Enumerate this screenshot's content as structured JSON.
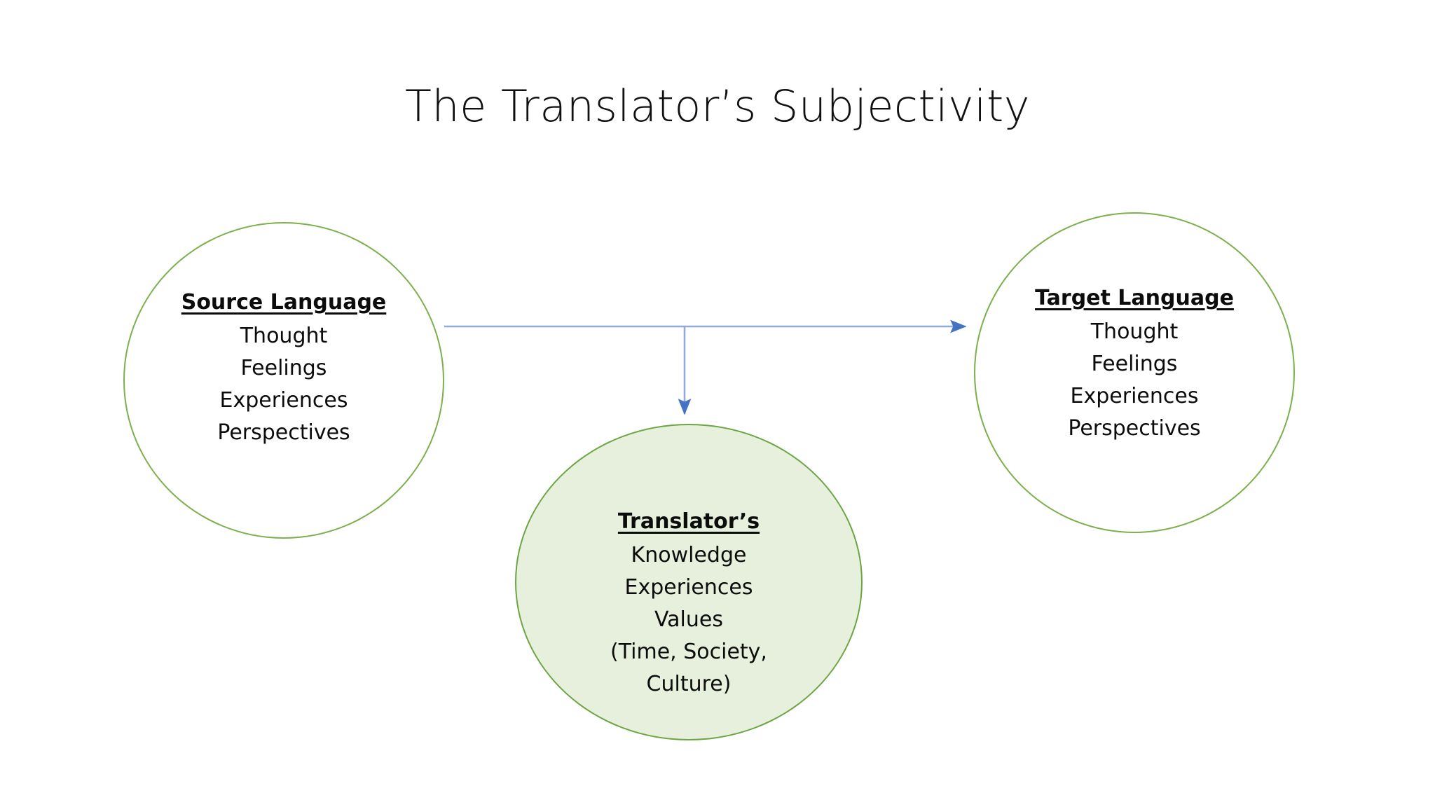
{
  "slide": {
    "title": "The Translator’s Subjectivity",
    "background_color": "#FFFFFF"
  },
  "colors": {
    "circle_outline_green": "#7CB04C",
    "circle_fill_green": "#E7F0DC",
    "circle_fill_border_green": "#6DA544",
    "arrow_line_blue": "#8FAADC",
    "arrow_head_blue": "#4472C4",
    "text_black": "#0C0C0C"
  },
  "nodes": {
    "source": {
      "heading": "Source Language",
      "lines": [
        "Thought",
        "Feelings",
        "Experiences",
        "Perspectives"
      ]
    },
    "target": {
      "heading": "Target Language",
      "lines": [
        "Thought",
        "Feelings",
        "Experiences",
        "Perspectives"
      ]
    },
    "translator": {
      "heading": "Translator’s",
      "lines": [
        "Knowledge",
        "Experiences",
        "Values",
        "(Time, Society,",
        "Culture)"
      ]
    }
  },
  "arrows": [
    {
      "name": "source-to-target",
      "from": "source",
      "to": "target",
      "direction": "right"
    },
    {
      "name": "branch-to-translator",
      "from": "source-to-target",
      "to": "translator",
      "direction": "down"
    }
  ]
}
